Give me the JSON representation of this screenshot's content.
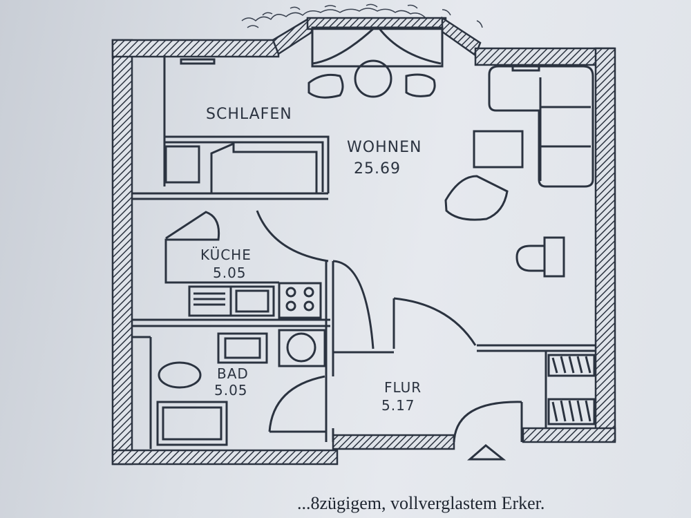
{
  "rooms": {
    "schlafen": {
      "name": "SCHLAFEN"
    },
    "wohnen": {
      "name": "WOHNEN",
      "area": "25.69"
    },
    "kueche": {
      "name": "KÜCHE",
      "area": "5.05"
    },
    "bad": {
      "name": "BAD",
      "area": "5.05"
    },
    "flur": {
      "name": "FLUR",
      "area": "5.17"
    }
  },
  "caption": "...8zügigem, vollverglastem Erker.",
  "colors": {
    "ink": "#2b3340",
    "paper": "#dde1e7"
  }
}
